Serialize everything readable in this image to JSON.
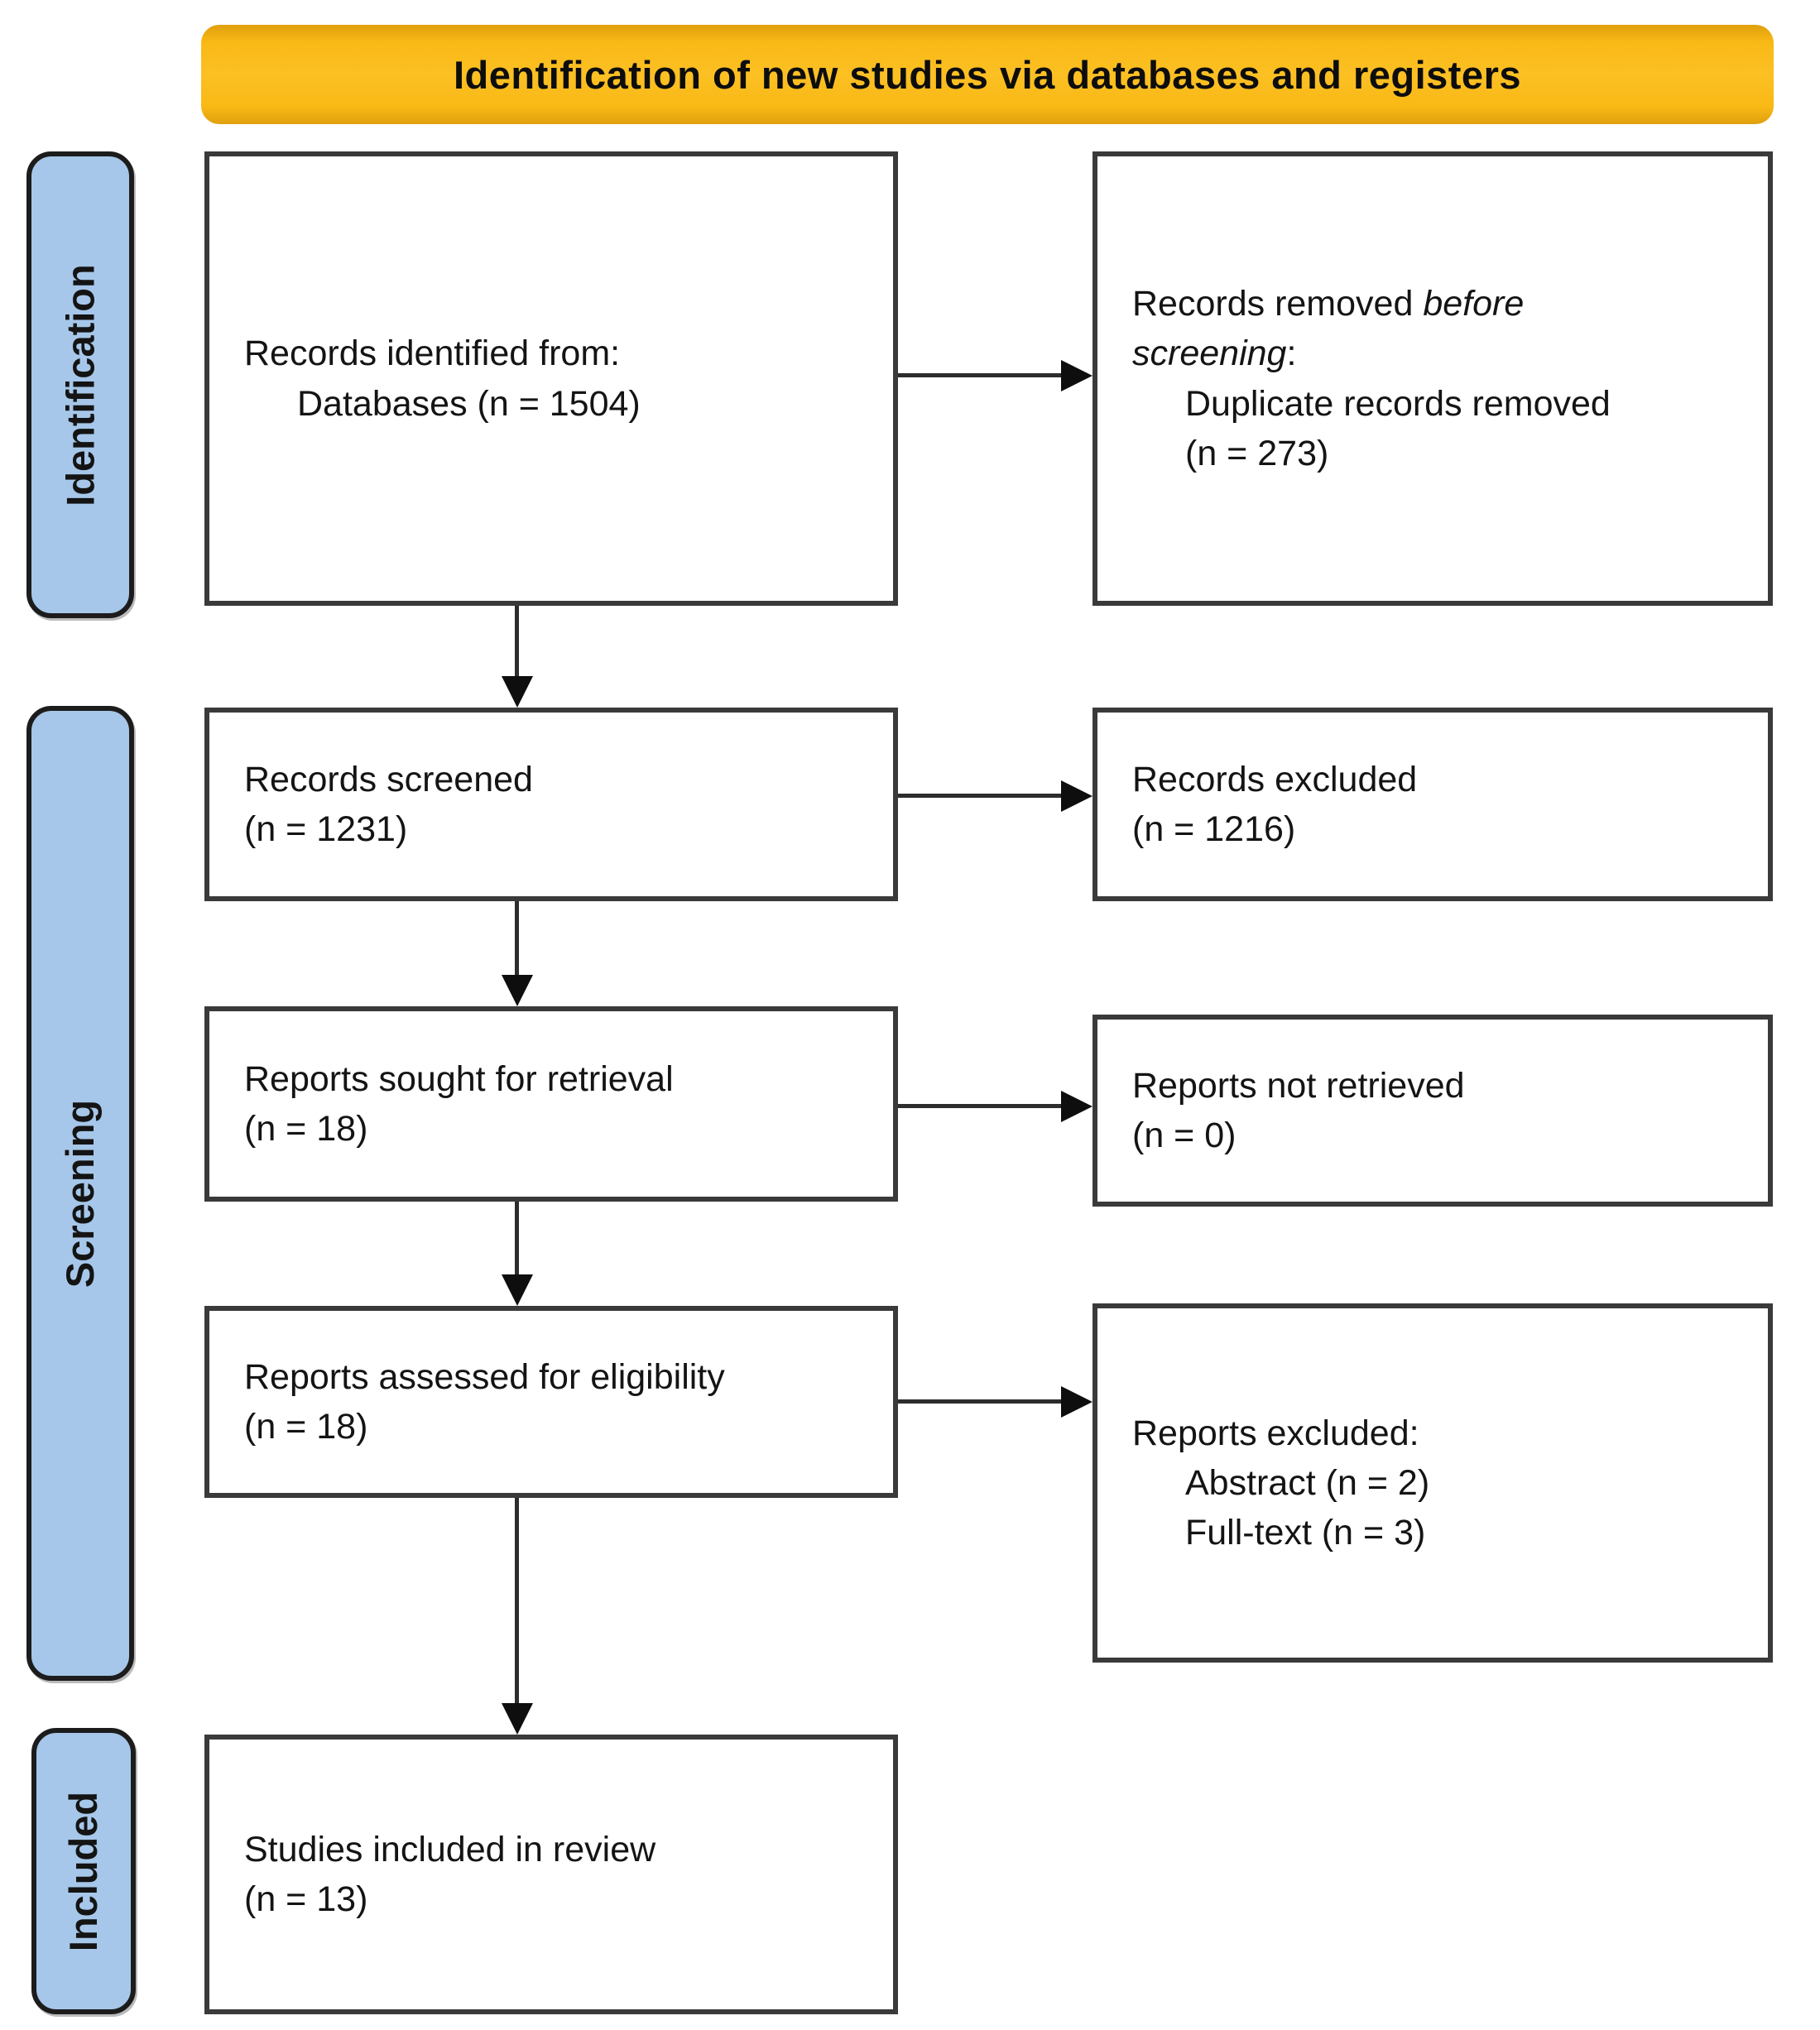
{
  "header": {
    "title": "Identification of new studies via databases and registers"
  },
  "sidebar": {
    "stages": [
      {
        "label": "Identification"
      },
      {
        "label": "Screening"
      },
      {
        "label": "Included"
      }
    ]
  },
  "boxes": {
    "identified": {
      "title": "Records identified from:",
      "detail": "Databases (n = 1504)"
    },
    "removed": {
      "title_pre": "Records removed ",
      "title_italic": "before screening",
      "title_post": ":",
      "detail": "Duplicate records removed",
      "count": "(n = 273)"
    },
    "screened": {
      "title": "Records screened",
      "count": "(n = 1231)"
    },
    "excluded": {
      "title": "Records excluded",
      "count": "(n = 1216)"
    },
    "sought": {
      "title": "Reports sought for retrieval",
      "count": "(n = 18)"
    },
    "not_retrieved": {
      "title": "Reports not retrieved",
      "count": "(n = 0)"
    },
    "assessed": {
      "title": "Reports assessed for eligibility",
      "count": "(n = 18)"
    },
    "reports_excluded": {
      "title": "Reports excluded:",
      "reasons": [
        "Abstract (n = 2)",
        "Full-text (n = 3)"
      ]
    },
    "included_studies": {
      "title": "Studies included in review",
      "count": "(n = 13)"
    }
  },
  "colors": {
    "banner_fill": "#F9B915",
    "stage_fill": "#A6C7E9",
    "box_border": "#3A3A3A",
    "arrow": "#0E0E0E",
    "text": "#141414"
  }
}
